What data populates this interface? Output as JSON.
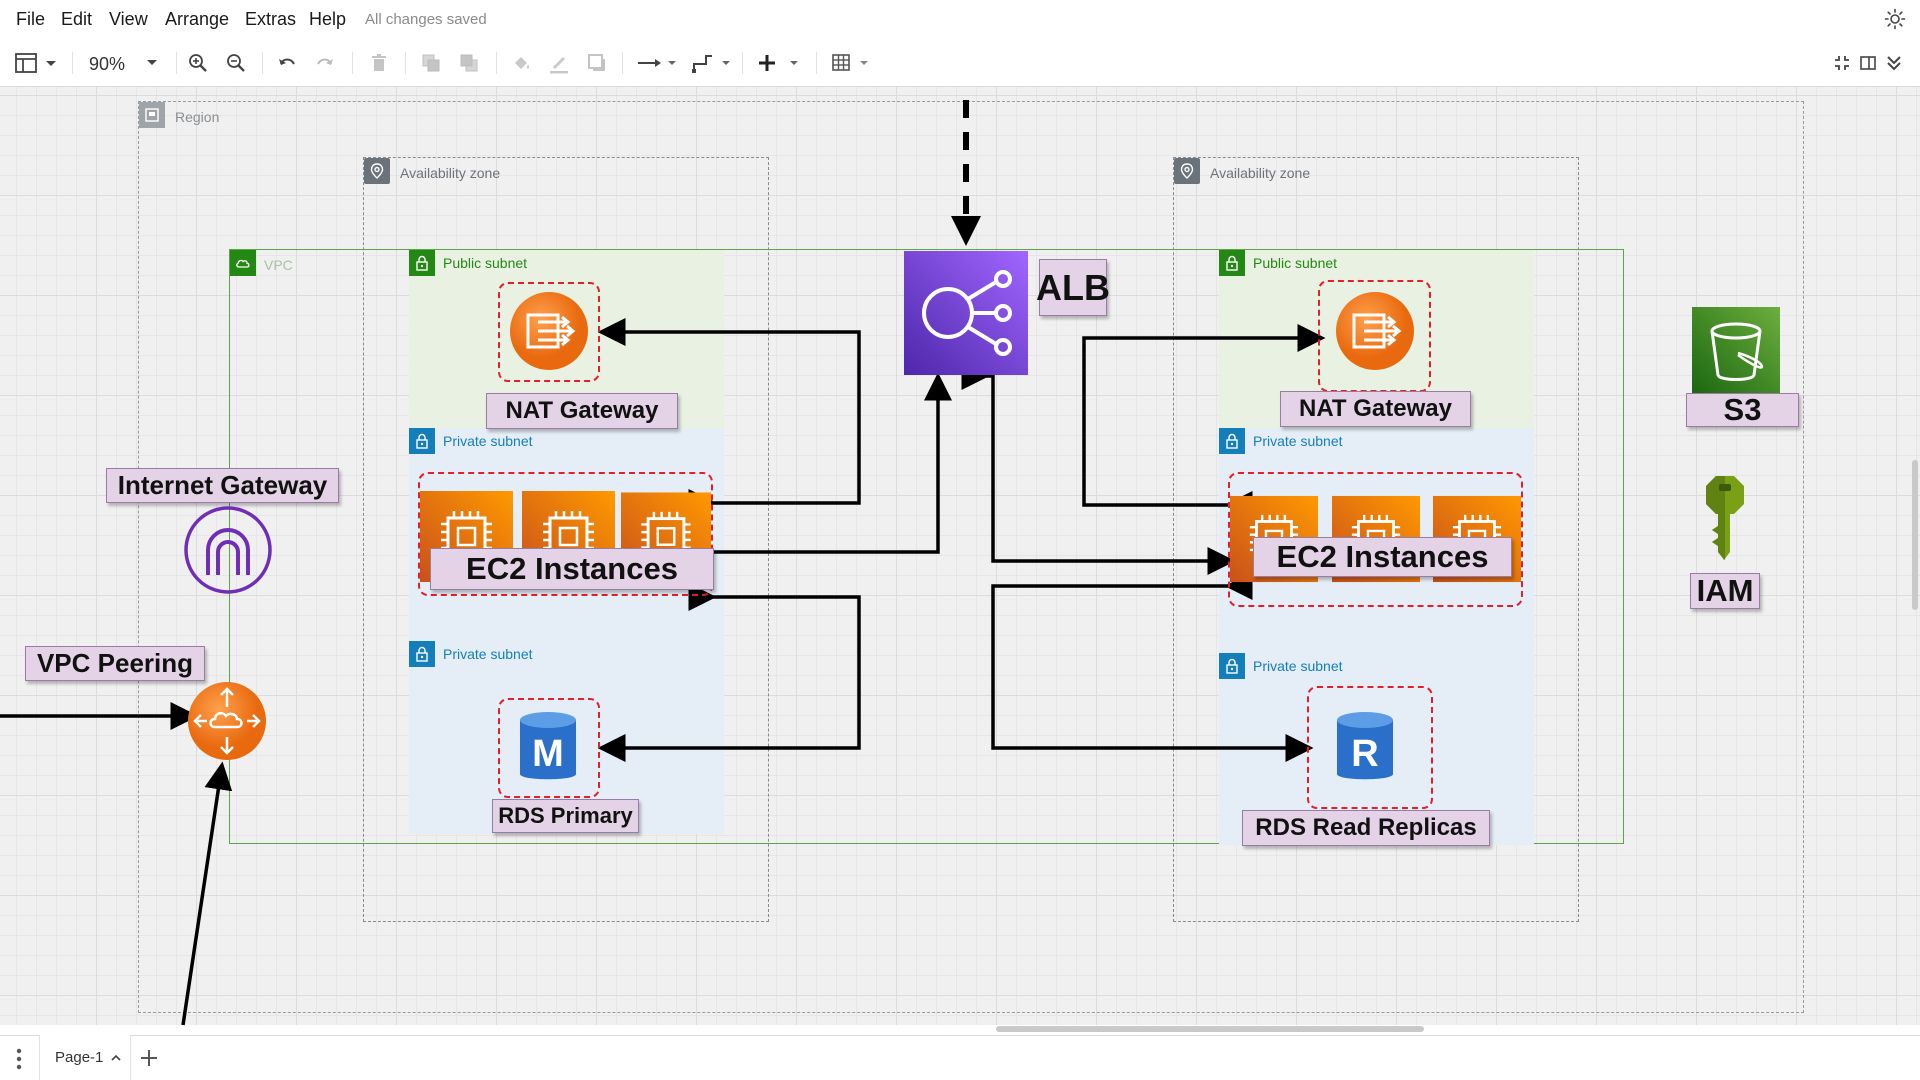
{
  "menubar": {
    "items": [
      "File",
      "Edit",
      "View",
      "Arrange",
      "Extras",
      "Help"
    ],
    "status": "All changes saved",
    "theme_icon": "sun-icon"
  },
  "toolbar": {
    "zoom": "90%",
    "icons": [
      "format-panel-icon",
      "zoom-in-icon",
      "zoom-out-icon",
      "undo-icon",
      "redo-icon",
      "delete-icon",
      "to-front-icon",
      "to-back-icon",
      "fill-color-icon",
      "line-color-icon",
      "shadow-icon",
      "connection-icon",
      "waypoints-icon",
      "insert-icon",
      "table-icon",
      "fullscreen-icon",
      "format-toggle-icon",
      "collapse-icon"
    ]
  },
  "diagram": {
    "region": "Region",
    "az_left": "Availability zone",
    "az_right": "Availability zone",
    "vpc": "VPC",
    "public_subnet": "Public subnet",
    "private_subnet": "Private subnet",
    "labels": {
      "alb": "ALB",
      "nat_left": "NAT Gateway",
      "nat_right": "NAT Gateway",
      "ec2_left": "EC2 Instances",
      "ec2_right": "EC2 Instances",
      "rds_primary": "RDS Primary",
      "rds_replicas": "RDS Read Replicas",
      "internet_gateway": "Internet Gateway",
      "vpc_peering": "VPC Peering",
      "s3": "S3",
      "iam": "IAM"
    },
    "db_letters": {
      "primary": "M",
      "replica": "R"
    },
    "colors": {
      "compute": "#ed7100",
      "database": "#2f6fc2",
      "network": "#8c4fff",
      "storage": "#3f8624",
      "security": "#7aa116",
      "subnet_public": "#248814",
      "subnet_private": "#147eba"
    }
  },
  "footer": {
    "page_tab": "Page-1"
  }
}
